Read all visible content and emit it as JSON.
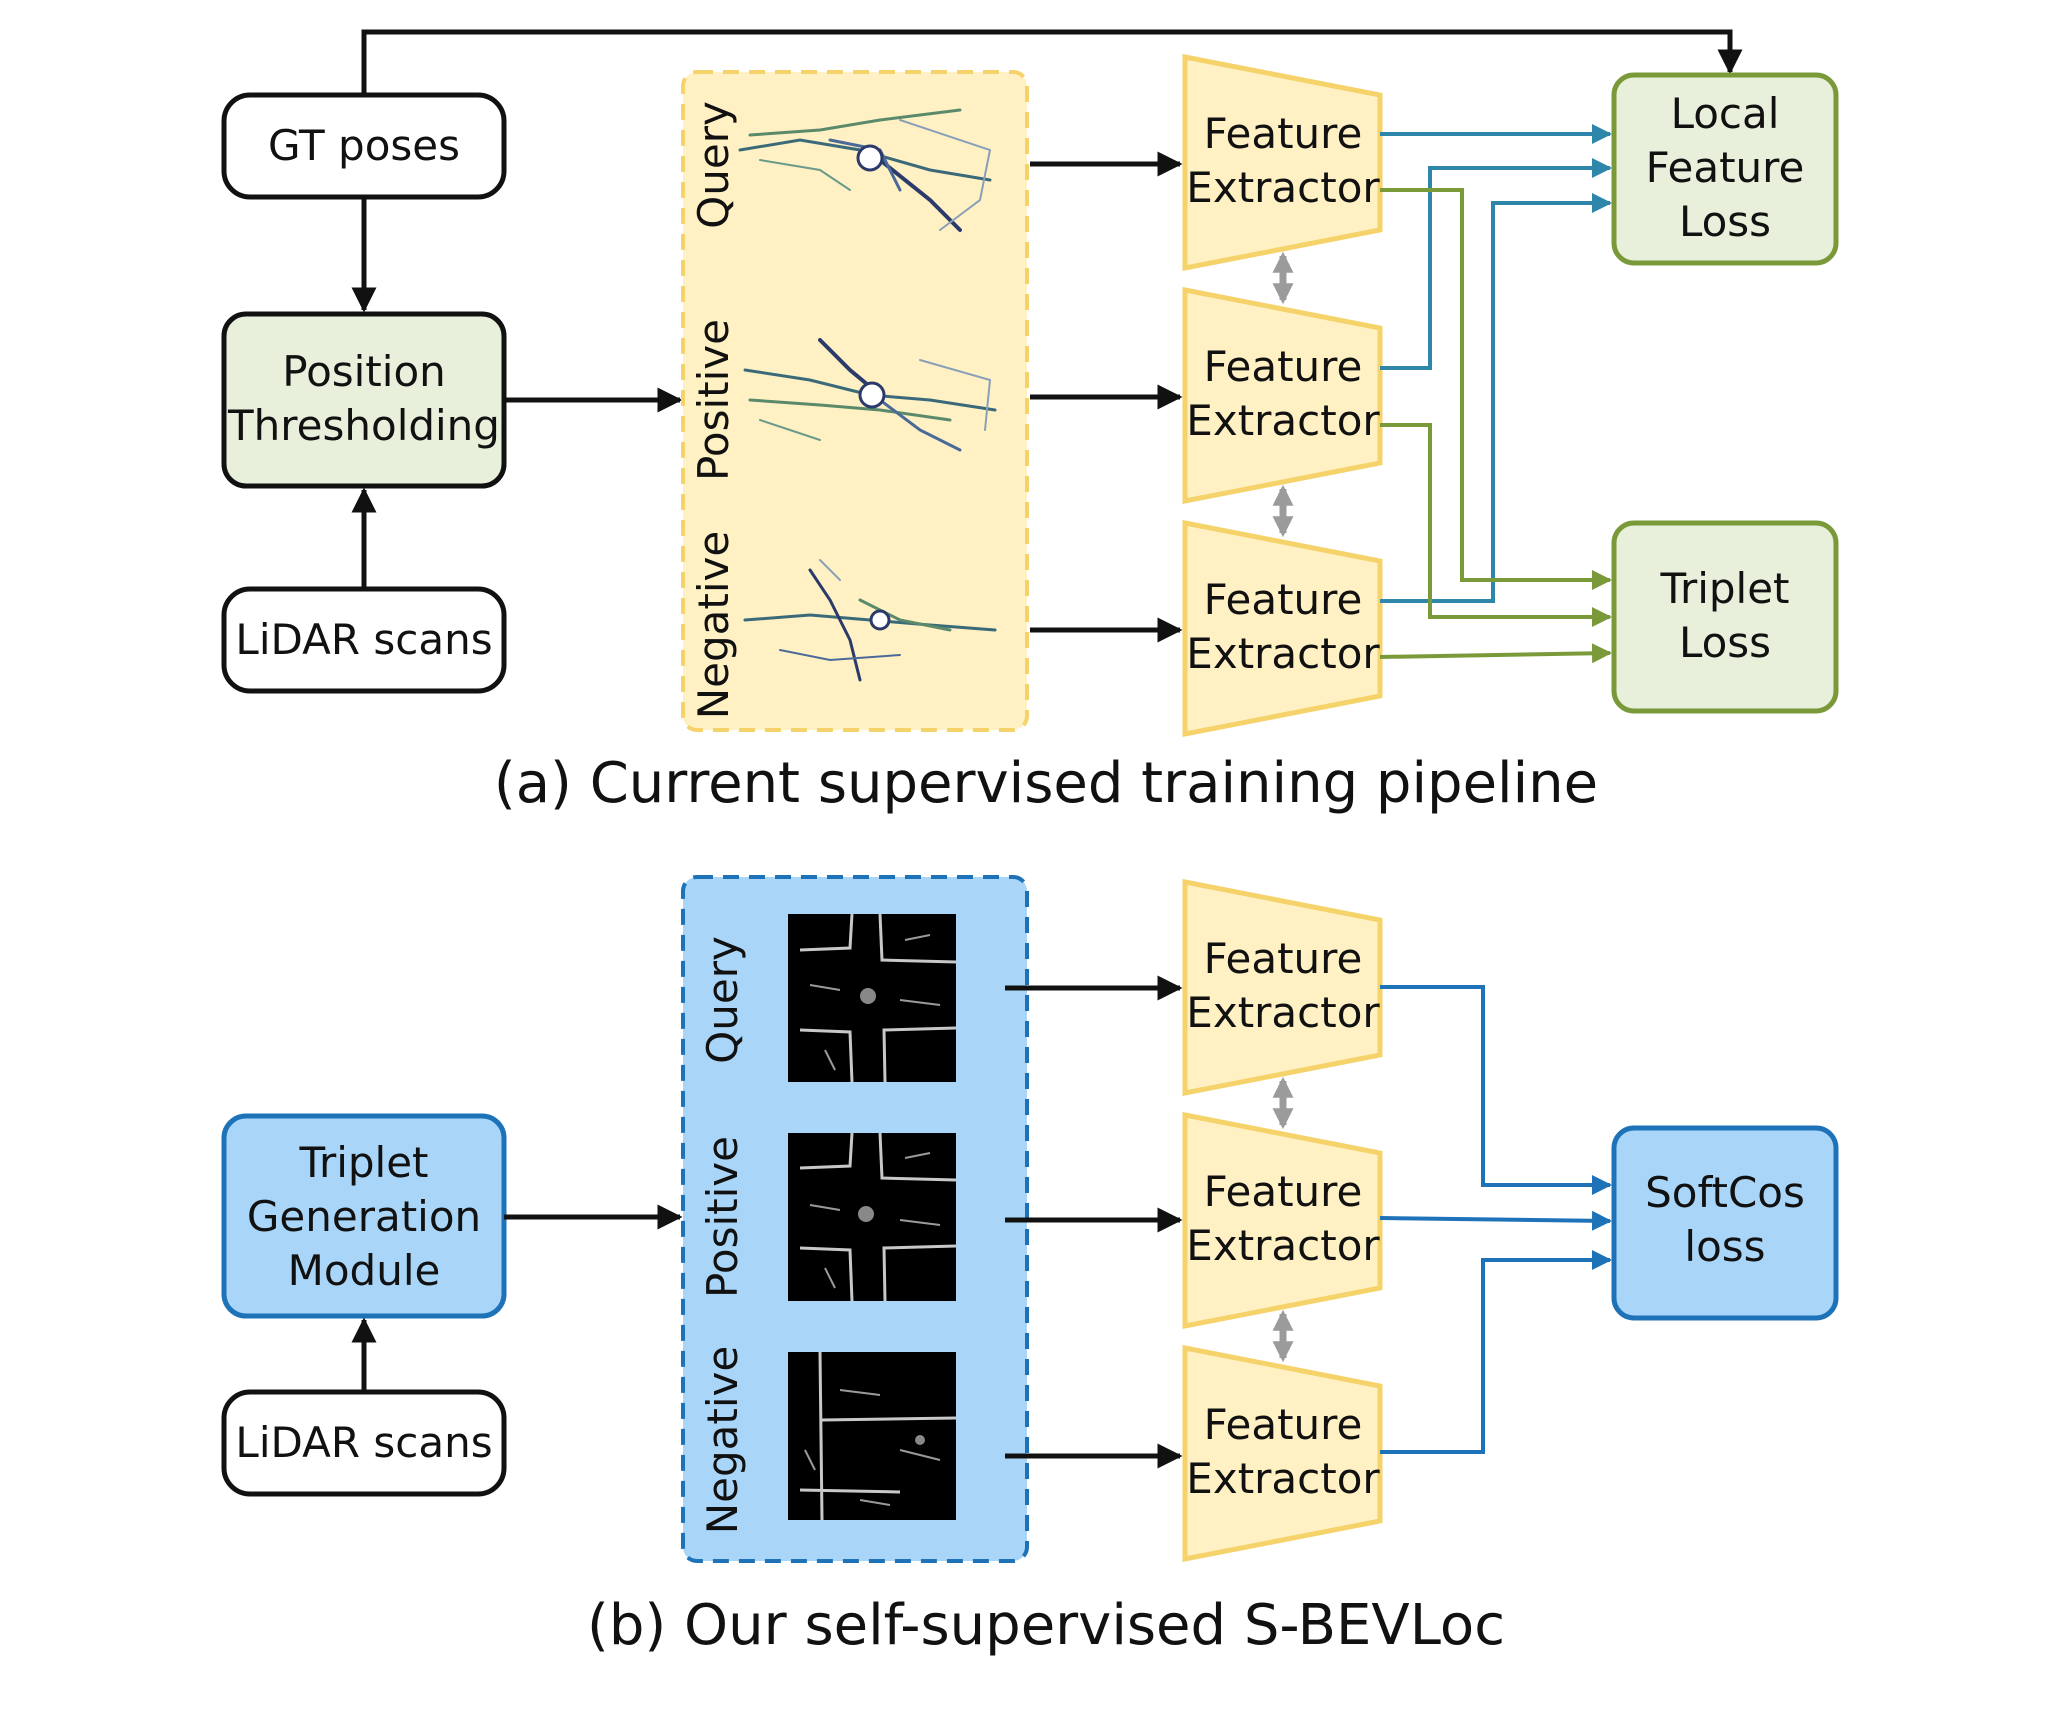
{
  "colors": {
    "green_fill": "#E8F0DC",
    "green_stroke": "#7A9A3A",
    "yellow_fill": "#FFF1C4",
    "yellow_stroke": "#F5D36A",
    "blue_fill": "#A9D6F8",
    "blue_stroke": "#1E73B8",
    "teal_arrow": "#2E87AB",
    "gray_arrow": "#9B9B9B",
    "black": "#111111"
  },
  "panel_a": {
    "gt_poses": "GT poses",
    "position_thresholding": [
      "Position",
      "Thresholding"
    ],
    "lidar_scans": "LiDAR scans",
    "labels": [
      "Query",
      "Positive",
      "Negative"
    ],
    "feature_extractor": [
      "Feature",
      "Extractor"
    ],
    "local_feature_loss": [
      "Local",
      "Feature",
      "Loss"
    ],
    "triplet_loss": [
      "Triplet",
      "Loss"
    ],
    "caption": "(a) Current supervised training pipeline"
  },
  "panel_b": {
    "triplet_generation": [
      "Triplet",
      "Generation",
      "Module"
    ],
    "lidar_scans": "LiDAR scans",
    "labels": [
      "Query",
      "Positive",
      "Negative"
    ],
    "feature_extractor": [
      "Feature",
      "Extractor"
    ],
    "softcos_loss": [
      "SoftCos",
      "loss"
    ],
    "caption": "(b) Our self-supervised S-BEVLoc"
  }
}
